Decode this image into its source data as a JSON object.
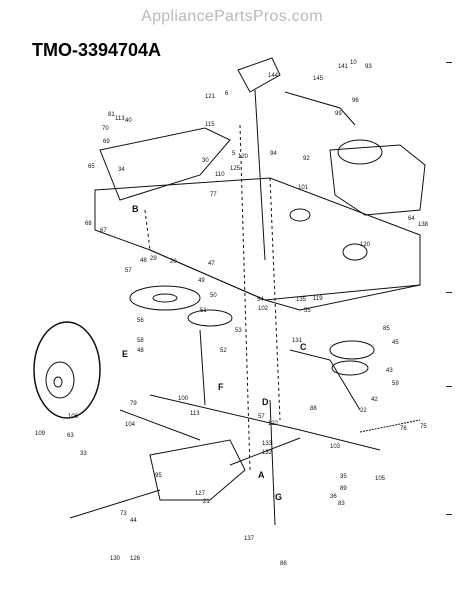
{
  "header": {
    "site": "AppliancePartsPros.com",
    "model": "TMO-3394704A"
  },
  "diagram": {
    "callouts": [
      "121",
      "6",
      "144",
      "145",
      "141",
      "10",
      "93",
      "96",
      "99",
      "5",
      "92",
      "94",
      "115",
      "125",
      "120",
      "110",
      "30",
      "113",
      "81",
      "34",
      "40",
      "70",
      "69",
      "65",
      "68",
      "67",
      "101",
      "77",
      "138",
      "64",
      "120",
      "29",
      "20",
      "48",
      "47",
      "57",
      "53",
      "56",
      "58",
      "48",
      "49",
      "50",
      "51",
      "52",
      "54",
      "102",
      "55",
      "85",
      "45",
      "43",
      "59",
      "42",
      "22",
      "135",
      "119",
      "76",
      "75",
      "88",
      "103",
      "104",
      "109",
      "106",
      "63",
      "127",
      "21",
      "35",
      "105",
      "83",
      "89",
      "86",
      "137",
      "44",
      "73",
      "33",
      "95",
      "79",
      "36",
      "100",
      "113",
      "57",
      "122",
      "133",
      "132",
      "131",
      "130",
      "126"
    ],
    "letters": [
      "E",
      "B",
      "C",
      "D",
      "F",
      "A",
      "G"
    ]
  }
}
